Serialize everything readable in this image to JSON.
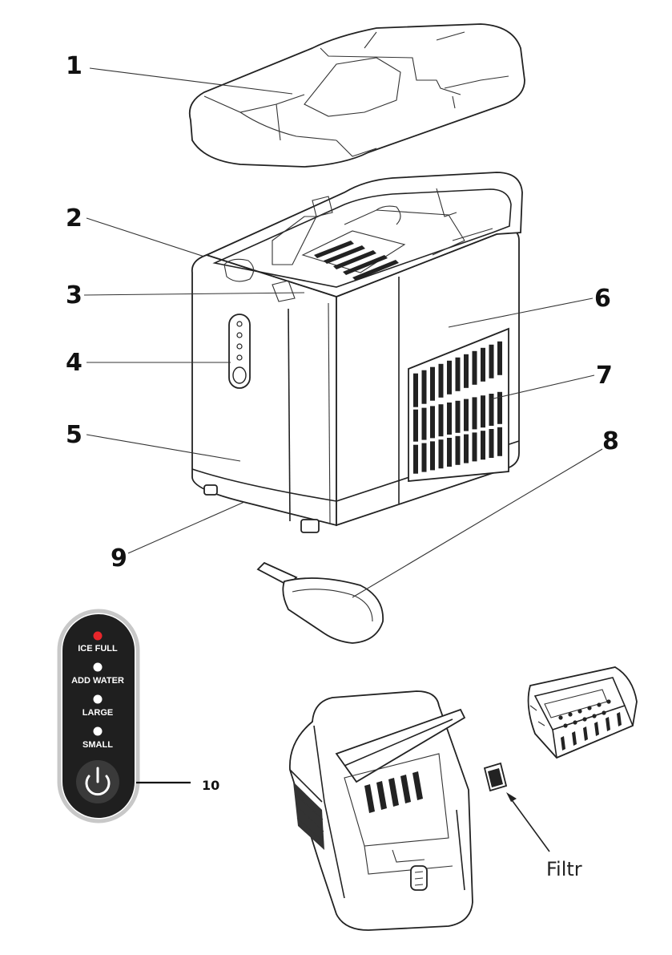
{
  "callouts": [
    "1",
    "2",
    "3",
    "4",
    "5",
    "6",
    "7",
    "8",
    "9",
    "10"
  ],
  "control_panel": {
    "labels": [
      "ICE FULL",
      "ADD WATER",
      "LARGE",
      "SMALL"
    ],
    "indicator_active_color": "#e8262b",
    "indicator_inactive_color": "#ffffff",
    "panel_color": "#1f1f1f",
    "power_icon": "power-icon"
  },
  "filter_label": "Filtr"
}
